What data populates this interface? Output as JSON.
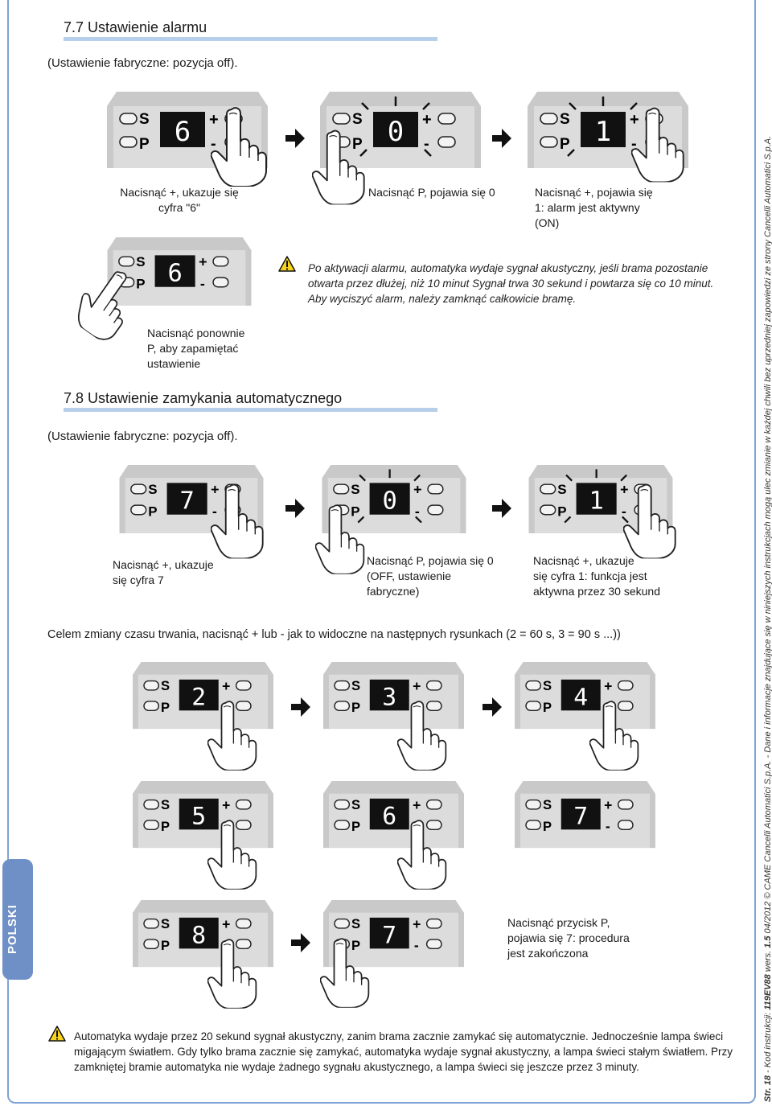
{
  "section77": {
    "title": "7.7 Ustawienie alarmu",
    "factory": "(Ustawienie fabryczne: pozycja off).",
    "step1": [
      "Nacisnąć +, ukazuje się",
      "cyfra \"6\""
    ],
    "step2": [
      "Nacisnąć P, pojawia się 0"
    ],
    "step3": [
      "Nacisnąć +, pojawia się",
      "1: alarm jest aktywny",
      "(ON)"
    ],
    "step4": [
      "Nacisnąć ponownie",
      "P, aby zapamiętać",
      "ustawienie"
    ],
    "warning": [
      "Po aktywacji alarmu, automatyka wydaje sygnał akustyczny, jeśli brama pozostanie",
      "otwarta przez dłużej, niż 10 minut Sygnał trwa 30 sekund i powtarza się co 10 minut.",
      "Aby wyciszyć alarm, należy zamknąć całkowicie bramę."
    ]
  },
  "section78": {
    "title": "7.8 Ustawienie zamykania automatycznego",
    "factory": "(Ustawienie fabryczne: pozycja off).",
    "step1": [
      "Nacisnąć +, ukazuje",
      "się cyfra 7"
    ],
    "step2": [
      "Nacisnąć P, pojawia się 0",
      "(OFF, ustawienie",
      "fabryczne)"
    ],
    "step3": [
      "Nacisnąć +, ukazuje",
      "się cyfra 1: funkcja jest",
      "aktywna przez 30 sekund"
    ],
    "note": "Celem zmiany czasu trwania, nacisnąć + lub - jak to widoczne na następnych rysunkach (2 = 60 s, 3 = 90 s ...))",
    "final_step": [
      "Nacisnąć przycisk P,",
      "pojawia się 7: procedura",
      "jest zakończona"
    ],
    "warning": [
      "Automatyka wydaje przez 20 sekund sygnał akustyczny, zanim brama zacznie zamykać się automatycznie. Jednocześnie lampa świeci",
      "migającym światłem. Gdy tylko brama zacznie się zamykać, automatyka wydaje sygnał akustyczny, a lampa świeci stałym światłem. Przy",
      "zamkniętej bramie automatyka nie wydaje żadnego sygnału akustycznego, a lampa świeci się jeszcze przez 3 minuty."
    ]
  },
  "panel_labels": {
    "s": "S",
    "p": "P",
    "plus": "+",
    "minus": "-"
  },
  "displays": {
    "a1": "6",
    "a2": "0",
    "a3": "1",
    "a4": "6",
    "b1": "7",
    "b2": "0",
    "b3": "1",
    "c1": "2",
    "c2": "3",
    "c3": "4",
    "c4": "5",
    "c5": "6",
    "c6": "7",
    "c7": "8",
    "c8": "7"
  },
  "side_tab": "POLSKI",
  "footer": {
    "page": "Str. 18",
    "code_label": " - Kod instrukcji: ",
    "code": "119EV88",
    "ver_label": " wers. ",
    "ver": "1.5",
    "rest": " 04/2012 © CAME Cancelli Automatici S.p.A. - Dane i informacje znajdujące się w niniejszych instrukcjach mogą ulec zmianie w każdej chwili bez uprzedniej zapowiedzi ze strony Cancelli Automatici S.p.A."
  },
  "colors": {
    "frame": "#7fa3d6",
    "heading_bar": "#b7cfeb",
    "panel": "#c9c9c9",
    "display": "#111111",
    "tab": "#6f8fc7"
  }
}
